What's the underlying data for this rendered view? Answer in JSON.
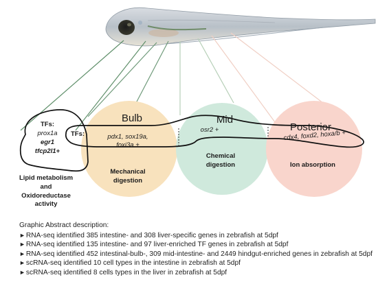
{
  "diagram": {
    "regions": [
      {
        "title": "Bulb",
        "function": [
          "Mechanical",
          "digestion"
        ],
        "color": "#f8e2bd"
      },
      {
        "title": "Mid",
        "function": [
          "Chemical",
          "digestion"
        ],
        "color": "#cfe9dc"
      },
      {
        "title": "Posterior",
        "function": [
          "Ion absorption"
        ],
        "color": "#f9d5cc"
      }
    ],
    "liver": {
      "tfs_label": "TFs:",
      "genes": [
        {
          "name": "prox1a",
          "weight": "normal"
        },
        {
          "name": "egr1",
          "weight": "bold"
        },
        {
          "name": "tfcp2l1+",
          "weight": "bold"
        }
      ],
      "function": [
        "Lipid metabolism",
        "and",
        "Oxidoreductase",
        "activity"
      ]
    },
    "intestine": {
      "tfs_label": "TFs:",
      "bulb_genes": [
        "pdx1, sox19a,",
        "foxi3a +"
      ],
      "mid_genes": "osr2 +",
      "posterior_genes": "cdx4, foxd2, hoxa/b +"
    }
  },
  "description": {
    "title": "Graphic Abstract description:",
    "items": [
      "RNA-seq identified 385 intestine- and 308 liver-specific genes in zebrafish at 5dpf",
      "RNA-seq identified 135 intestine- and 97 liver-enriched TF genes in zebrafish at 5dpf",
      "RNA-seq identified 452 intestinal-bulb-, 309 mid-intestine- and 2449 hindgut-enriched genes in zebrafish at 5dpf",
      "scRNA-seq identified 10 cell types in the intestine in zebrafish at 5dpf",
      "scRNA-seq identified 8 cells types in the liver in zebrafish at 5dpf"
    ]
  }
}
